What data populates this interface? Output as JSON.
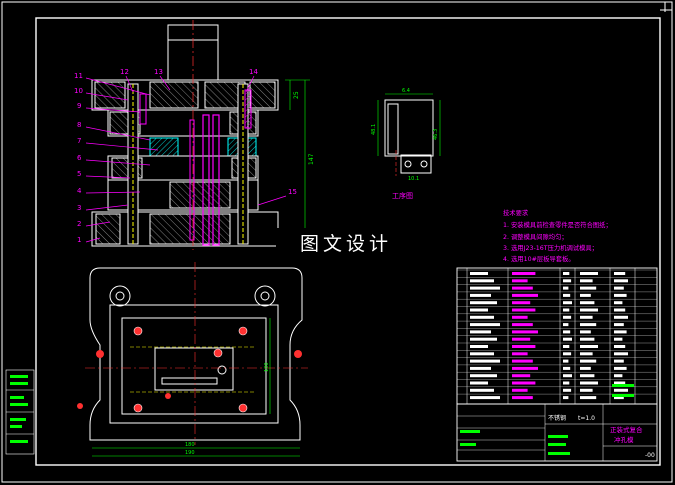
{
  "watermark": "图文设计",
  "drawing_title": "工序图",
  "part_no_code": "-00",
  "title_block": {
    "name_line1": "正装式复合",
    "name_line2": "冲孔模",
    "material": "不锈钢",
    "thickness": "t=1.0"
  },
  "tech_requirements": {
    "heading": "技术要求",
    "lines": [
      "1. 安装模具前检查零件是否符合图纸；",
      "2. 调整模具间隙均匀；",
      "3. 选用J23-16T压力机调试模具；",
      "4. 选用10#层板导套板。"
    ]
  },
  "callouts": {
    "left": [
      "11",
      "10",
      "9",
      "8",
      "7",
      "6",
      "5",
      "4",
      "3",
      "2",
      "1"
    ],
    "top": [
      "12",
      "13",
      "14"
    ],
    "right": [
      "15"
    ]
  },
  "dimensions": {
    "height_total": "147",
    "height_top": "25",
    "plan_width": "180",
    "plan_width_outer": "190",
    "plan_height": "100",
    "part_a": "48.1",
    "part_b": "46.3",
    "part_c": "6.4",
    "part_d": "10.1"
  },
  "colors": {
    "background": "#000000",
    "outline": "#ffffff",
    "leader": "#ff00ff",
    "hatch": "#00ffff",
    "dimension": "#00ff00",
    "hidden": "#ffff00",
    "center": "#ff3030"
  }
}
